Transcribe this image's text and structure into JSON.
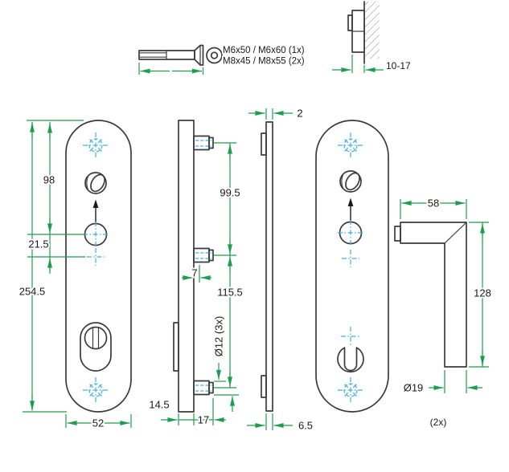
{
  "drawing_title": "security-fitting-dimension-drawing",
  "colors": {
    "outline": "#3b3b3b",
    "dimension": "#1f9d4e",
    "centerline": "#41b1e1",
    "text": "#1a1a1a",
    "background": "#ffffff"
  },
  "screw": {
    "spec1": "M6x50 / M6x60 (1x)",
    "spec2": "M8x45 / M8x55 (2x)"
  },
  "wall_section": {
    "thickness_range": "10-17"
  },
  "front_plate": {
    "top_hole_offset": "98",
    "knob_offset": "21.5",
    "height": "254.5",
    "width": "52"
  },
  "back_plate_side": {
    "screw_spacing_top": "99.5",
    "boss_offset": "7",
    "screw_spacing_bottom": "115.5",
    "boss_diameter": "Ø12 (3x)",
    "plate_thickness": "14.5",
    "total_depth": "17"
  },
  "inner_plate_side": {
    "plate_thickness": "2",
    "total_depth": "6.5"
  },
  "handle": {
    "arm_length": "58",
    "grip_length": "128",
    "grip_diameter": "Ø19",
    "quantity": "(2x)"
  }
}
